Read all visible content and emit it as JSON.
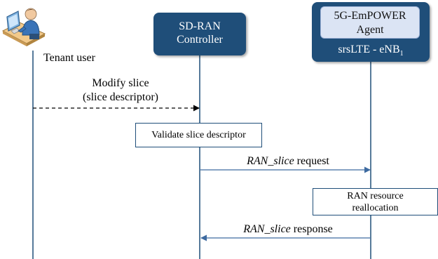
{
  "participants": {
    "tenant": {
      "label": "Tenant user",
      "icon": "user-at-computer-icon"
    },
    "controller": {
      "line1": "SD-RAN",
      "line2": "Controller"
    },
    "agent": {
      "line1": "5G-EmPOWER",
      "line2": "Agent",
      "sub_prefix": "srsLTE  -  eNB",
      "sub_index": "1"
    }
  },
  "messages": {
    "modify_slice": {
      "line1": "Modify slice",
      "line2": "(slice descriptor)",
      "style": "dashed"
    },
    "ran_slice_request": {
      "italic": "RAN_slice",
      "rest": " request",
      "style": "solid"
    },
    "ran_slice_response": {
      "italic": "RAN_slice",
      "rest": " response",
      "style": "solid"
    }
  },
  "notes": {
    "validate": "Validate slice descriptor",
    "reallocation_line1": "RAN resource",
    "reallocation_line2": "reallocation"
  },
  "colors": {
    "box_fill": "#1f4e79",
    "inner_box_fill": "#dbe4f4",
    "lifeline": "#1f4e79",
    "message_line": "#3d6aa0"
  }
}
